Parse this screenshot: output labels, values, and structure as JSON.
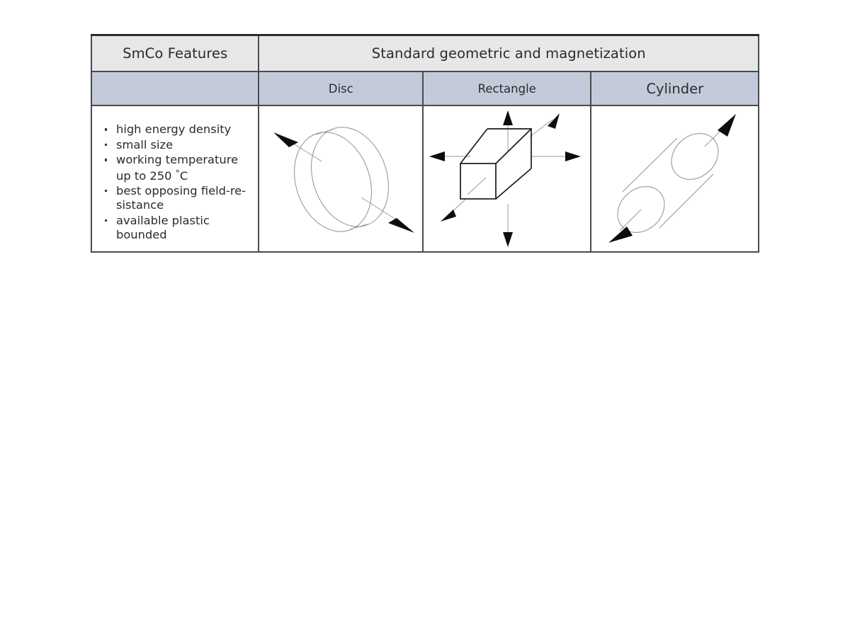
{
  "table": {
    "header_primary": {
      "features_title": "SmCo Features",
      "group_title": "Standard geometric and magnetization"
    },
    "header_secondary": {
      "features_blank": "",
      "shapes": [
        "Disc",
        "Rectangle",
        "Cylinder"
      ]
    },
    "features_list": [
      "high energy density",
      "small size",
      "working temperature up to 250 ",
      "best opposing field-re-sistance",
      "available plastic bounded"
    ],
    "feature_lines": {
      "item1": "high energy density",
      "item2": "small size",
      "item3_line1": "working temperature",
      "item3_line2_pre": "up to 250 ",
      "item3_degree": "°",
      "item3_line2_post": "C",
      "item4_line1": "best opposing field-re-",
      "item4_line2": "sistance",
      "item5_line1": "available plastic",
      "item5_line2": "bounded"
    },
    "figures": {
      "disc": "disc-magnetization-diagram",
      "rectangle": "rectangle-magnetization-diagram",
      "cylinder": "cylinder-magnetization-diagram"
    }
  },
  "colors": {
    "header_primary_bg": "#e6e7e8",
    "header_secondary_bg": "#c3cbda",
    "body_bg": "#ffffff",
    "border": "#4a4a4a",
    "border_top": "#2b2b2b",
    "text": "#2b2b2b",
    "bullet": "#2e3a5c",
    "figure_outline": "#9a9a9a",
    "figure_solid": "#1a1a1a",
    "page_bg": "#ffffff"
  }
}
